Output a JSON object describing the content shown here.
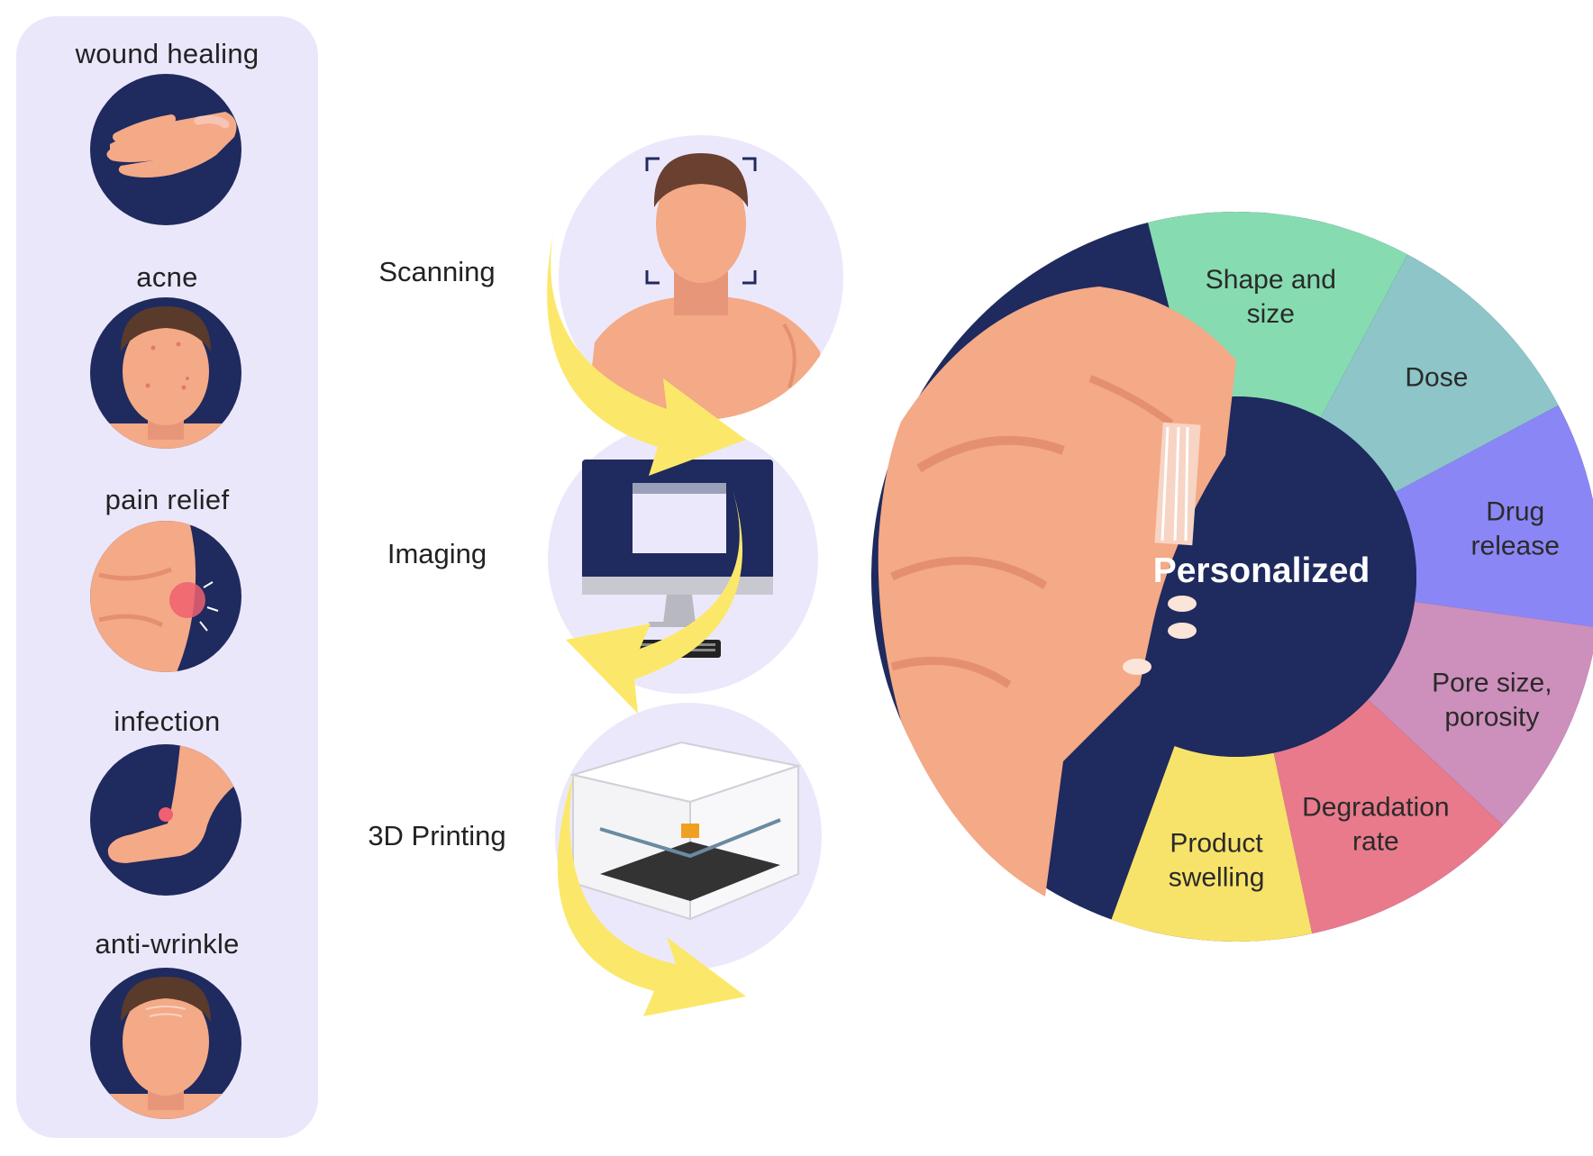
{
  "applications": [
    {
      "label": "wound healing",
      "icon": "hand-wound-icon"
    },
    {
      "label": "acne",
      "icon": "face-acne-icon"
    },
    {
      "label": "pain relief",
      "icon": "elbow-pain-icon"
    },
    {
      "label": "infection",
      "icon": "foot-infection-icon"
    },
    {
      "label": "anti-wrinkle",
      "icon": "face-wrinkle-icon"
    }
  ],
  "process_steps": [
    {
      "label": "Scanning",
      "icon": "face-scan-icon"
    },
    {
      "label": "Imaging",
      "icon": "computer-monitor-icon"
    },
    {
      "label": "3D Printing",
      "icon": "3d-printer-icon"
    }
  ],
  "wheel": {
    "center_label": "Personalized",
    "segments": [
      {
        "line1": "Shape and",
        "line2": "size",
        "color": "#86dcb0"
      },
      {
        "line1": "Dose",
        "line2": "",
        "color": "#8dc5c8"
      },
      {
        "line1": "Drug",
        "line2": "release",
        "color": "#8b86f5"
      },
      {
        "line1": "Pore size,",
        "line2": "porosity",
        "color": "#cd8fbb"
      },
      {
        "line1": "Degradation",
        "line2": "rate",
        "color": "#e87a8c"
      },
      {
        "line1": "Product",
        "line2": "swelling",
        "color": "#f8e36a"
      }
    ]
  },
  "colors": {
    "navy": "#1f2a5e",
    "skin": "#f4a987",
    "arrow": "#fbe86a",
    "panel": "#ebe7fb",
    "circle_bg": "#ece8fb"
  }
}
